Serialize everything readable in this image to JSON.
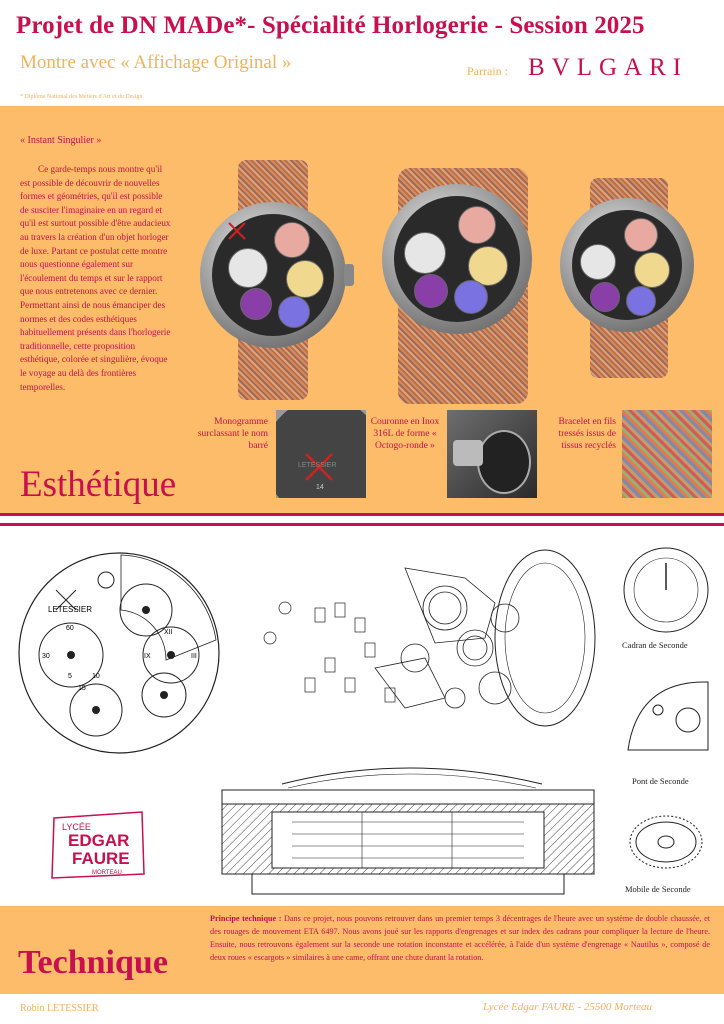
{
  "header": {
    "title": "Projet de DN MADe*- Spécialité Horlogerie - Session 2025",
    "subtitle": "Montre avec « Affichage Original »",
    "sponsor_label": "Parrain :",
    "sponsor_brand": "BVLGARI",
    "footnote": "* Diplôme National des Métiers d'Art et du Design"
  },
  "esthetique": {
    "section_title": "Esthétique",
    "intro_title": "« Instant Singulier »",
    "intro_text": "Ce garde-temps nous montre qu'il est possible de découvrir de nouvelles formes et géométries, qu'il est possible de susciter l'imaginaire en un regard et qu'il est surtout possible d'être audacieux au travers la création d'un objet horloger de luxe. Partant ce postulat cette montre nous questionne également sur l'écoulement du temps et sur le rapport que nous entretenons avec ce dernier. Permettant ainsi de nous émanciper des normes et des codes esthétiques habituellement présents dans l'horlogerie traditionnelle, cette proposition esthétique, colorée et singulière, évoque le voyage au delà des frontières temporelles.",
    "features": [
      {
        "label": "Monogramme surclassant le nom barré"
      },
      {
        "label": "Couronne en Inox 316L de forme « Octogo-ronde »"
      },
      {
        "label": "Bracelet en fils tressés issus de tissus recyclés"
      }
    ],
    "dial_text": {
      "logo": "LETESSIER",
      "numeral": "14"
    }
  },
  "technique": {
    "section_title": "Technique",
    "principle_label": "Principe technique :",
    "principle_text": "Dans ce projet, nous pouvons retrouver dans un premier temps 3 décentrages de l'heure avec un système de double chaussée, et des rouages de mouvement ETA 6497. Nous avons joué sur les rapports d'engrenages et sur index des cadrans pour compliquer la lecture de l'heure. Ensuite, nous retrouvons également sur la seconde une rotation inconstante et accélérée, à l'aide d'un système d'engrenage « Nautilus », composé de deux roues « escargots » similaires à une came, offrant une chute durant la rotation.",
    "captions": {
      "cadran": "Cadran de Seconde",
      "pont": "Pont de Seconde",
      "mobile": "Mobile de Seconde"
    },
    "drawing_labels": {
      "logo": "LETESSIER",
      "n30": "30",
      "n10": "10",
      "n5": "5",
      "n15": "15",
      "n60": "60",
      "xii": "XII",
      "ix": "IX",
      "iii": "III"
    }
  },
  "logo": {
    "line1": "LYCÉE",
    "line2": "EDGAR",
    "line3": "FAURE",
    "line4": "MORTEAU"
  },
  "footer": {
    "author": "Robin LETESSIER",
    "school": "Lycée Edgar FAURE - 25500 Morteau"
  },
  "colors": {
    "accent": "#c8104f",
    "band": "#fcbc6a",
    "secondary": "#f3b25a"
  }
}
